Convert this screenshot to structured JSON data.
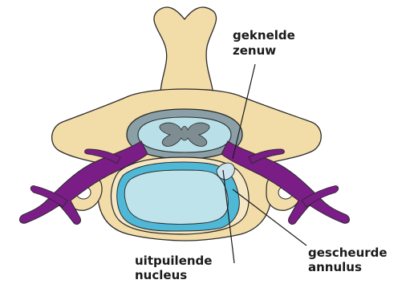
{
  "labels": {
    "pinched_nerve": [
      "geknelde",
      "zenuw"
    ],
    "torn_annulus": [
      "gescheurde",
      "annulus"
    ],
    "bulging_nucleus": [
      "uitpuilende",
      "nucleus"
    ]
  },
  "colors": {
    "bone": "#f2dca8",
    "bone_outline": "#2a2a2a",
    "canal_fill": "#8aa0a6",
    "cord_white": "#b9dfe8",
    "cord_grey": "#7e8d91",
    "nerve": "#7b1d86",
    "disc_annulus": "#4fb8d6",
    "disc_nucleus": "#bfe3ea",
    "disc_ring": "#f5e6c4",
    "leader": "#1a1a1a"
  }
}
